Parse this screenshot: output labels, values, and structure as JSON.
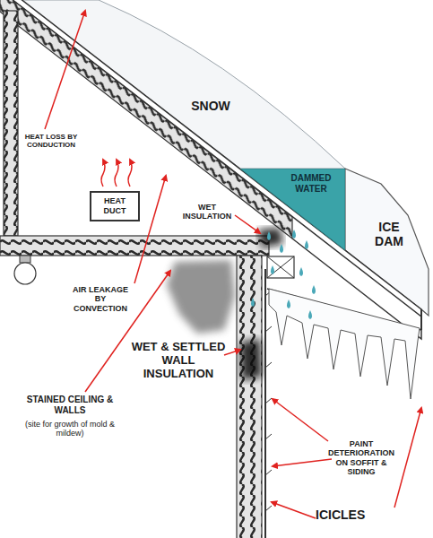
{
  "diagram": {
    "nodes": [
      {
        "text": [
          "HEAT DUCT"
        ]
      },
      {
        "text": [
          "DAMMED WATER"
        ]
      }
    ],
    "labels": [
      "HEAT LOSS BY CONDUCTION",
      "SNOW",
      "WET INSULATION",
      "ICE DAM",
      "AIR LEAKAGE BY CONVECTION",
      "STAINED CEILING & WALLS",
      "(site for growth of mold & mildew)",
      "WET & SETTLED WALL INSULATION",
      "PAINT DETERIORATION ON SOFFIT & SIDING",
      "ICICLES"
    ]
  }
}
